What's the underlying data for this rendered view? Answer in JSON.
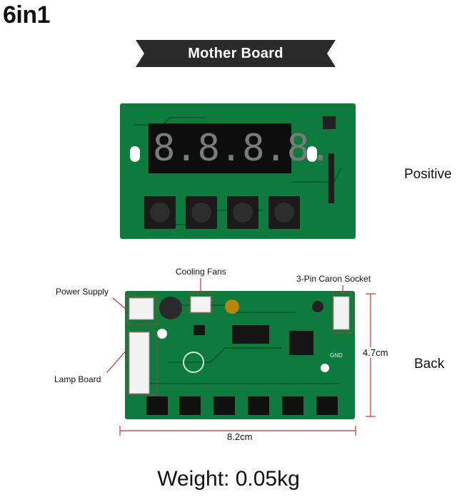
{
  "header": {
    "title": "6in1",
    "banner": "Mother Board"
  },
  "front": {
    "label": "Positive",
    "display_digits": [
      "8.",
      "8.",
      "8.",
      "8."
    ]
  },
  "back": {
    "label": "Back",
    "callouts": {
      "cooling_fans": "Cooling Fans",
      "socket": "3-Pin Caron Socket",
      "power": "Power Supply",
      "lamp": "Lamp Board",
      "gnd": "GND"
    },
    "dimensions": {
      "height": "4.7cm",
      "width": "8.2cm"
    }
  },
  "footer": {
    "weight": "Weight: 0.05kg"
  },
  "colors": {
    "pcb": "#0f7a3e",
    "pcb_dark": "#0a5c2d",
    "banner": "#2b2b2b",
    "dimension": "#c0392b"
  }
}
